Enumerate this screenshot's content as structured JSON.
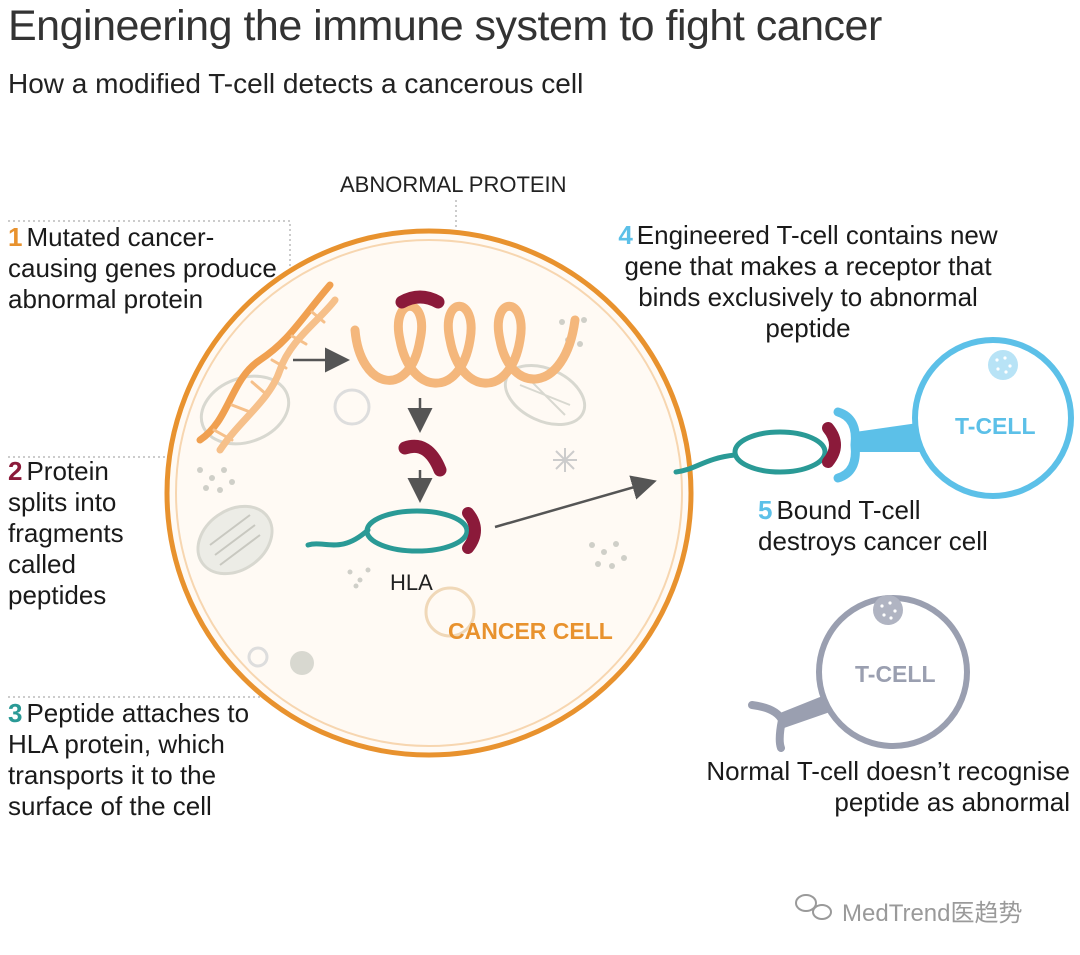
{
  "title": "Engineering the immune system to fight cancer",
  "subtitle": "How a modified T-cell detects a cancerous cell",
  "labels": {
    "abnormal_protein": "ABNORMAL PROTEIN",
    "hla": "HLA",
    "cancer_cell": "CANCER CELL",
    "t_cell_bound": "T-CELL",
    "t_cell_normal": "T-CELL"
  },
  "steps": [
    {
      "num": "1",
      "text": "Mutated cancer-causing genes produce abnormal protein"
    },
    {
      "num": "2",
      "text": "Protein splits into fragments called peptides"
    },
    {
      "num": "3",
      "text": "Peptide attaches to HLA protein, which transports it to the surface of the cell"
    },
    {
      "num": "4",
      "text": "Engineered T-cell contains new gene that makes a receptor that binds exclusively to abnormal peptide"
    },
    {
      "num": "5",
      "text": "Bound T-cell destroys cancer cell"
    }
  ],
  "normal_note": "Normal T-cell doesn’t recognise peptide as abnormal",
  "watermark": "MedTrend医趋势",
  "colors": {
    "cancer_cell": "#e8922e",
    "protein": "#f4b77c",
    "peptide": "#8b1a3a",
    "hla": "#2a9a96",
    "engineered_t_cell": "#5cc0e8",
    "normal_t_cell": "#9a9fb0"
  }
}
